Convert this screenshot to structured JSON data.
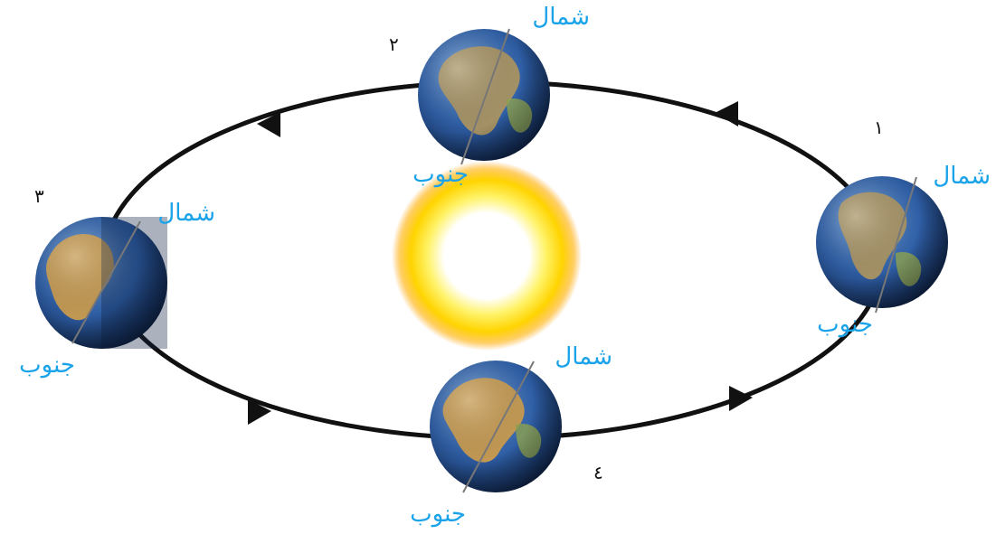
{
  "diagram": {
    "colors": {
      "label": "#1aa3e8",
      "number": "#111111",
      "orbit": "#111111",
      "ocean": "#2f5fa6",
      "land": "#c8a15a",
      "sun_core": "#ffffff",
      "sun_glow": "#ffd400"
    },
    "earths": [
      {
        "number": "١",
        "north": "شمال",
        "south": "جنوب"
      },
      {
        "number": "٢",
        "north": "شمال",
        "south": "جنوب"
      },
      {
        "number": "٣",
        "north": "شمال",
        "south": "جنوب"
      },
      {
        "number": "٤",
        "north": "شمال",
        "south": "جنوب"
      }
    ]
  }
}
